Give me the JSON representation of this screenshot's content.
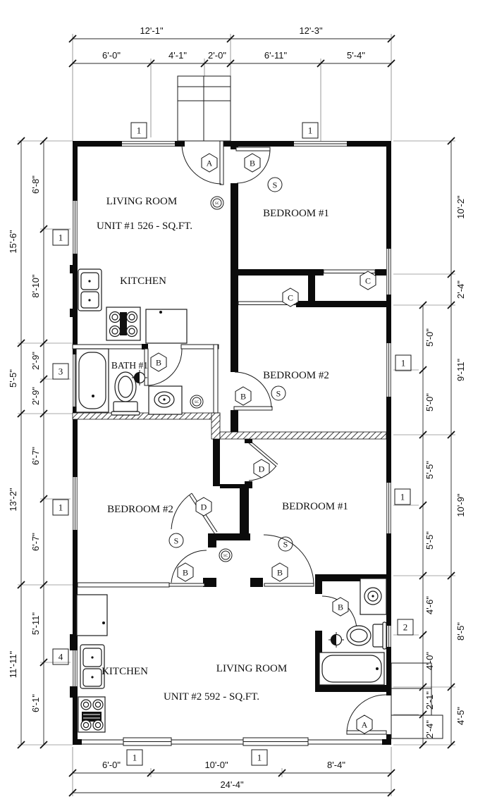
{
  "rooms": {
    "u1_living": "LIVING ROOM",
    "u1_area": "UNIT #1 526 - SQ.FT.",
    "u1_kitchen": "KITCHEN",
    "u1_bedroom1": "BEDROOM #1",
    "u1_bath": "BATH #1",
    "u1_bedroom2": "BEDROOM #2",
    "u2_bedroom2": "BEDROOM #2",
    "u2_bedroom1": "BEDROOM #1",
    "u2_kitchen": "KITCHEN",
    "u2_living": "LIVING ROOM",
    "u2_area": "UNIT #2 592 - SQ.FT."
  },
  "dims": {
    "top_total_left": "12'-1\"",
    "top_total_right": "12'-3\"",
    "top_a": "6'-0\"",
    "top_b": "4'-1\"",
    "top_c": "2'-0\"",
    "top_d": "6'-11\"",
    "top_e": "5'-4\"",
    "left_1": "15'-6\"",
    "left_1a": "6'-8\"",
    "left_1b": "8'-10\"",
    "left_2": "5'-5\"",
    "left_2a": "2'-9\"",
    "left_2b": "2'-9\"",
    "left_3": "13'-2\"",
    "left_3a": "6'-7\"",
    "left_3b": "6'-7\"",
    "left_4": "11'-11\"",
    "left_4a": "5'-11\"",
    "left_4b": "6'-1\"",
    "right_1": "10'-2\"",
    "right_2": "2'-4\"",
    "right_3": "9'-11\"",
    "right_3a": "5'-0\"",
    "right_3b": "5'-0\"",
    "right_4": "10'-9\"",
    "right_4a": "5'-5\"",
    "right_4b": "5'-5\"",
    "right_5": "8'-5\"",
    "right_5a": "4'-6\"",
    "right_5b": "4'-0\"",
    "right_6": "4'-5\"",
    "right_6a": "2'-1\"",
    "right_6b": "2'-4\"",
    "bottom_a": "6'-0\"",
    "bottom_b": "10'-0\"",
    "bottom_c": "8'-4\"",
    "bottom_total": "24'-4\""
  },
  "door_tags": {
    "a_entry_u1": "A",
    "b_bed1_u1": "B",
    "b_bath1": "B",
    "b_bed2_u1": "B",
    "c_closet_left": "C",
    "c_closet_right": "C",
    "d_closet_right": "D",
    "d_closet_left": "D",
    "b_bed2_u2": "B",
    "b_bed1_u2": "B",
    "b_bath2": "B",
    "a_entry_u2": "A"
  },
  "window_tags": {
    "top_1": "1",
    "top_2": "1",
    "left_1": "1",
    "left_2": "3",
    "left_3": "1",
    "left_4": "4",
    "right_1": "1",
    "right_2": "1",
    "right_3": "2",
    "bottom_1": "1",
    "bottom_2": "1"
  },
  "symbols": {
    "smoke": "S",
    "smoke_co": "SC"
  },
  "colors": {
    "line": "#111111",
    "background": "#ffffff"
  }
}
